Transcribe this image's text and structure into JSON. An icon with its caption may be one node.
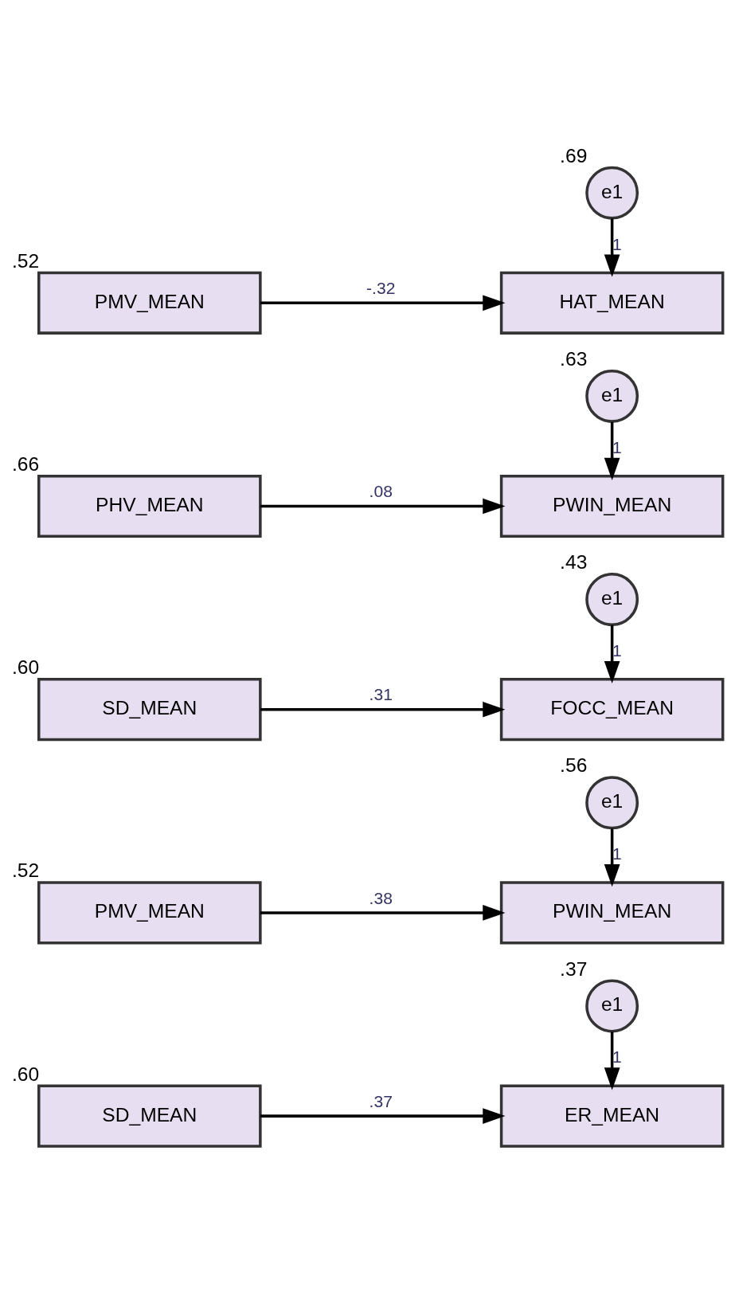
{
  "diagram": {
    "nodes": [
      {
        "text": [
          "e1"
        ],
        "beside": [
          ".69"
        ]
      },
      {
        "text": [
          "PMV_MEAN"
        ],
        "beside": [
          ".52"
        ]
      },
      {
        "text": [
          "HAT_MEAN"
        ]
      },
      {
        "text": [
          "e1"
        ],
        "beside": [
          ".63"
        ]
      },
      {
        "text": [
          "PHV_MEAN"
        ],
        "beside": [
          ".66"
        ]
      },
      {
        "text": [
          "PWIN_MEAN"
        ]
      },
      {
        "text": [
          "e1"
        ],
        "beside": [
          ".43"
        ]
      },
      {
        "text": [
          "SD_MEAN"
        ],
        "beside": [
          ".60"
        ]
      },
      {
        "text": [
          "FOCC_MEAN"
        ]
      },
      {
        "text": [
          "e1"
        ],
        "beside": [
          ".56"
        ]
      },
      {
        "text": [
          "PMV_MEAN"
        ],
        "beside": [
          ".52"
        ]
      },
      {
        "text": [
          "PWIN_MEAN"
        ]
      },
      {
        "text": [
          "e1"
        ],
        "beside": [
          ".37"
        ]
      },
      {
        "text": [
          "SD_MEAN"
        ],
        "beside": [
          ".60"
        ]
      },
      {
        "text": [
          "ER_MEAN"
        ]
      }
    ],
    "edges": [
      {
        "from": 1,
        "to": 2,
        "arrow": "to",
        "label": "-.32"
      },
      {
        "from": 0,
        "to": 2,
        "arrow": "to",
        "label": "1"
      },
      {
        "from": 4,
        "to": 5,
        "arrow": "to",
        "label": ".08"
      },
      {
        "from": 3,
        "to": 5,
        "arrow": "to",
        "label": "1"
      },
      {
        "from": 7,
        "to": 8,
        "arrow": "to",
        "label": ".31"
      },
      {
        "from": 6,
        "to": 8,
        "arrow": "to",
        "label": "1"
      },
      {
        "from": 10,
        "to": 11,
        "arrow": "to",
        "label": ".38"
      },
      {
        "from": 9,
        "to": 11,
        "arrow": "to",
        "label": "1"
      },
      {
        "from": 13,
        "to": 14,
        "arrow": "to",
        "label": ".37"
      },
      {
        "from": 12,
        "to": 14,
        "arrow": "to",
        "label": "1"
      }
    ]
  }
}
